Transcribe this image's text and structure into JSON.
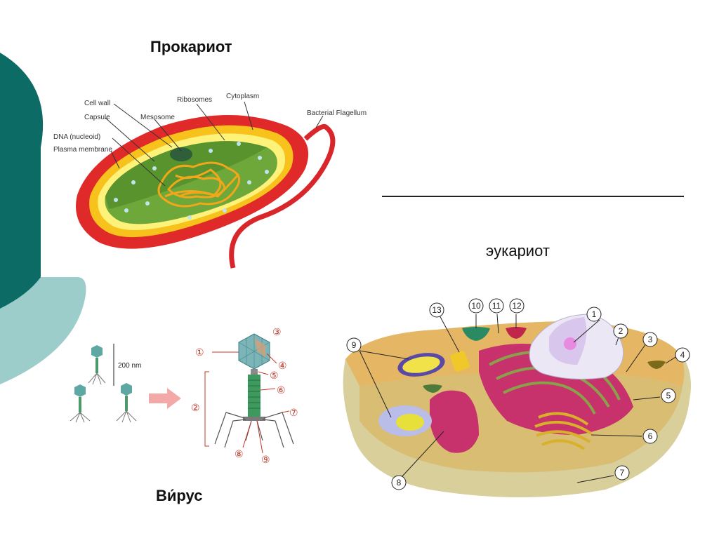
{
  "slide": {
    "title_prokaryote": "Прокариот",
    "title_eukaryote": "эукариот",
    "title_virus": "Ви́рус"
  },
  "prokaryote": {
    "labels": {
      "cell_wall": "Cell wall",
      "capsule": "Capsule",
      "dna": "DNA (nucleoid)",
      "plasma_membrane": "Plasma membrane",
      "mesosome": "Mesosome",
      "ribosomes": "Ribosomes",
      "cytoplasm": "Cytoplasm",
      "flagellum": "Bacterial Flagellum"
    }
  },
  "virus": {
    "scale": "200 nm",
    "labels": [
      "①",
      "②",
      "③",
      "④",
      "⑤",
      "⑥",
      "⑦",
      "⑧",
      "⑨"
    ]
  },
  "eukaryote": {
    "labels": [
      "1",
      "2",
      "3",
      "4",
      "5",
      "6",
      "7",
      "8",
      "9",
      "10",
      "11",
      "12",
      "13"
    ]
  },
  "colors": {
    "teal_dark": "#0d6b66",
    "teal_light": "#9ccdcb",
    "arrow_pink": "#f4a9a9",
    "red_label": "#c0392b"
  }
}
